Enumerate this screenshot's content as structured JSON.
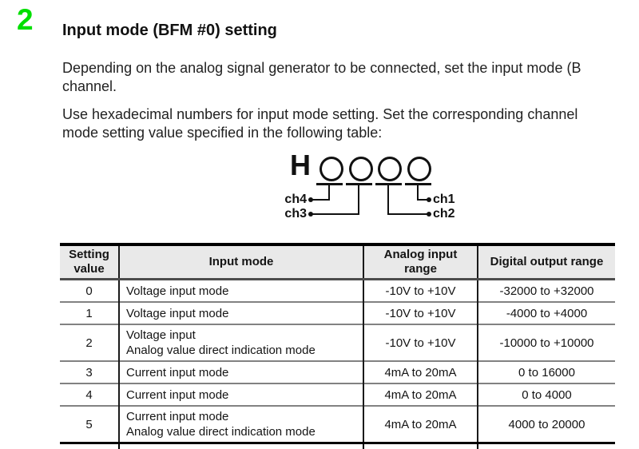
{
  "page": {
    "section_number": "2",
    "title": "Input mode (BFM #0) setting",
    "para1_lines": [
      "Depending on the analog signal generator to be connected, set the input mode (B",
      "channel."
    ],
    "para2_lines": [
      "Use hexadecimal numbers for input mode setting. Set the corresponding channel",
      "mode setting value specified in the following table:"
    ]
  },
  "diagram": {
    "hex_prefix": "H",
    "ch1": "ch1",
    "ch2": "ch2",
    "ch3": "ch3",
    "ch4": "ch4"
  },
  "table": {
    "headers": [
      "Setting\nvalue",
      "Input mode",
      "Analog input\nrange",
      "Digital output range"
    ],
    "rows": [
      {
        "setting": "0",
        "mode": "Voltage input mode",
        "analog": "-10V to +10V",
        "digital": "-32000 to +32000"
      },
      {
        "setting": "1",
        "mode": "Voltage input mode",
        "analog": "-10V to +10V",
        "digital": "-4000 to +4000"
      },
      {
        "setting": "2",
        "mode": "Voltage input\nAnalog value direct indication mode",
        "analog": "-10V to +10V",
        "digital": "-10000 to +10000"
      },
      {
        "setting": "3",
        "mode": "Current input mode",
        "analog": "4mA to 20mA",
        "digital": "0 to 16000"
      },
      {
        "setting": "4",
        "mode": "Current input mode",
        "analog": "4mA to 20mA",
        "digital": "0 to 4000"
      },
      {
        "setting": "5",
        "mode": "Current input mode\nAnalog value direct indication mode",
        "analog": "4mA to 20mA",
        "digital": "4000 to 20000"
      }
    ]
  },
  "colors": {
    "section_green": "#00DF00",
    "header_bg": "#E9E9E9",
    "text": "#1A1A1A"
  }
}
